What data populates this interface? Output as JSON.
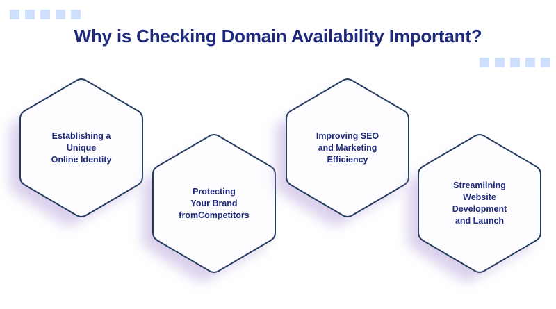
{
  "page": {
    "title": "Why is Checking Domain Availability Important?",
    "accent_color": "#1f2a7a",
    "square_color": "#cfe0fd",
    "hex_border_color": "#243a5e",
    "hex_fill_color": "#fdfdff",
    "hex_shadow_color": "#bba9dd",
    "background_color": "#ffffff"
  },
  "decorations": {
    "top_left_squares": [
      "square",
      "square",
      "square",
      "square",
      "square"
    ],
    "top_right_squares": [
      "square",
      "square",
      "square",
      "square",
      "square"
    ]
  },
  "hexagons": [
    {
      "label": "Establishing a\nUnique\nOnline Identity"
    },
    {
      "label": "Protecting\nYour Brand\nfromCompetitors"
    },
    {
      "label": "Improving SEO\nand Marketing\nEfficiency"
    },
    {
      "label": "Streamlining\nWebsite\nDevelopment\nand Launch"
    }
  ]
}
